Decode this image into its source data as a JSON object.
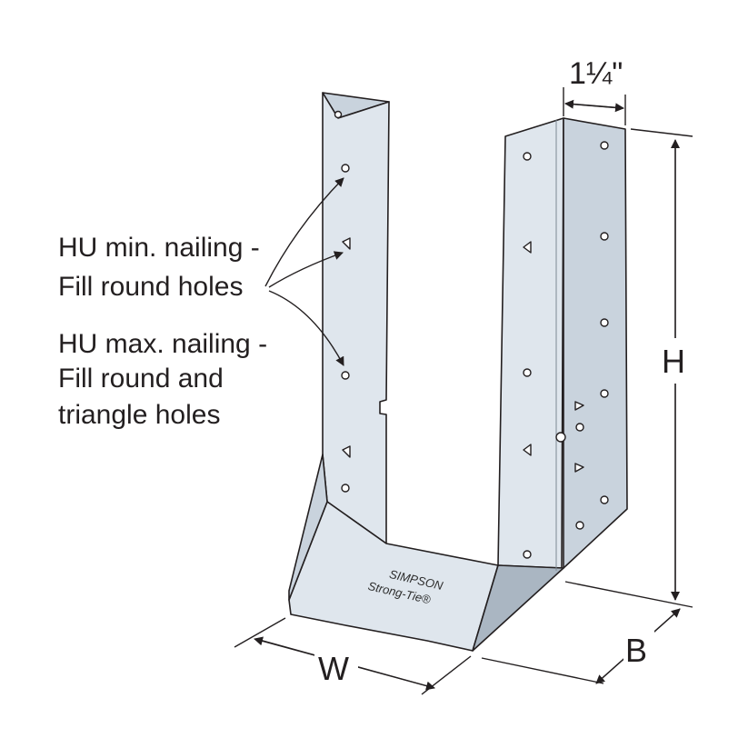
{
  "callouts": {
    "min_nailing": [
      "HU min. nailing -",
      "Fill round holes"
    ],
    "max_nailing": [
      "HU max. nailing -",
      "Fill round and",
      "triangle holes"
    ]
  },
  "dimensions": {
    "flange_width": "1¼\"",
    "height": "H",
    "width": "W",
    "depth": "B"
  },
  "brand": {
    "line1": "SIMPSON",
    "line2": "Strong-Tie®"
  },
  "colors": {
    "steel_light": "#dfe6ed",
    "steel_mid": "#c9d3dd",
    "steel_dark": "#aab6c2",
    "outline": "#231f20"
  }
}
